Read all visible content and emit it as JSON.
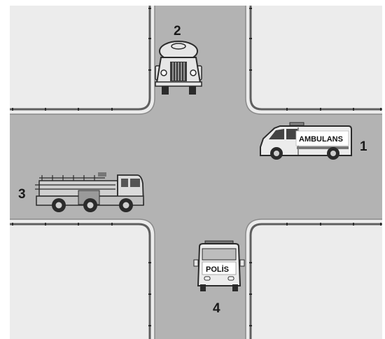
{
  "vehicles": [
    {
      "number": "1",
      "label": "AMBULANS"
    },
    {
      "number": "2"
    },
    {
      "number": "3"
    },
    {
      "number": "4",
      "label": "POLİS"
    }
  ],
  "colors": {
    "road": "#b3b3b3",
    "block": "#ececec",
    "curb": "#5f5f5f",
    "body": "#e6e6e6",
    "dark": "#2b2b2b"
  }
}
